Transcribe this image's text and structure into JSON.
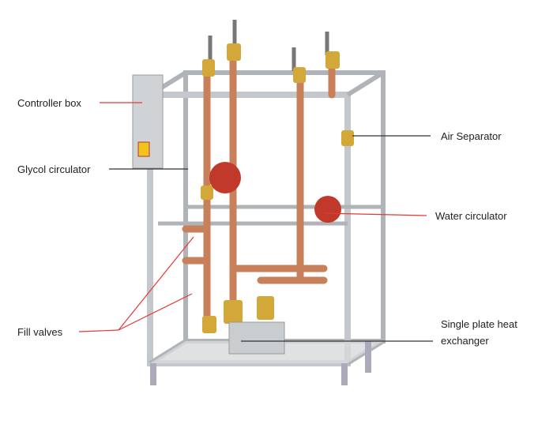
{
  "labels": {
    "controller_box": "Controller box",
    "glycol_circulator": "Glycol circulator",
    "fill_valves": "Fill valves",
    "air_separator": "Air Separator",
    "water_circulator": "Water circulator",
    "heat_exchanger_line1": "Single plate heat",
    "heat_exchanger_line2": "exchanger"
  },
  "colors": {
    "red_leader": "#e53935",
    "dark_leader": "#333333",
    "frame": "#b8bcc0",
    "copper": "#c8805a",
    "brass": "#d4a838",
    "pump_red": "#c0392b"
  }
}
